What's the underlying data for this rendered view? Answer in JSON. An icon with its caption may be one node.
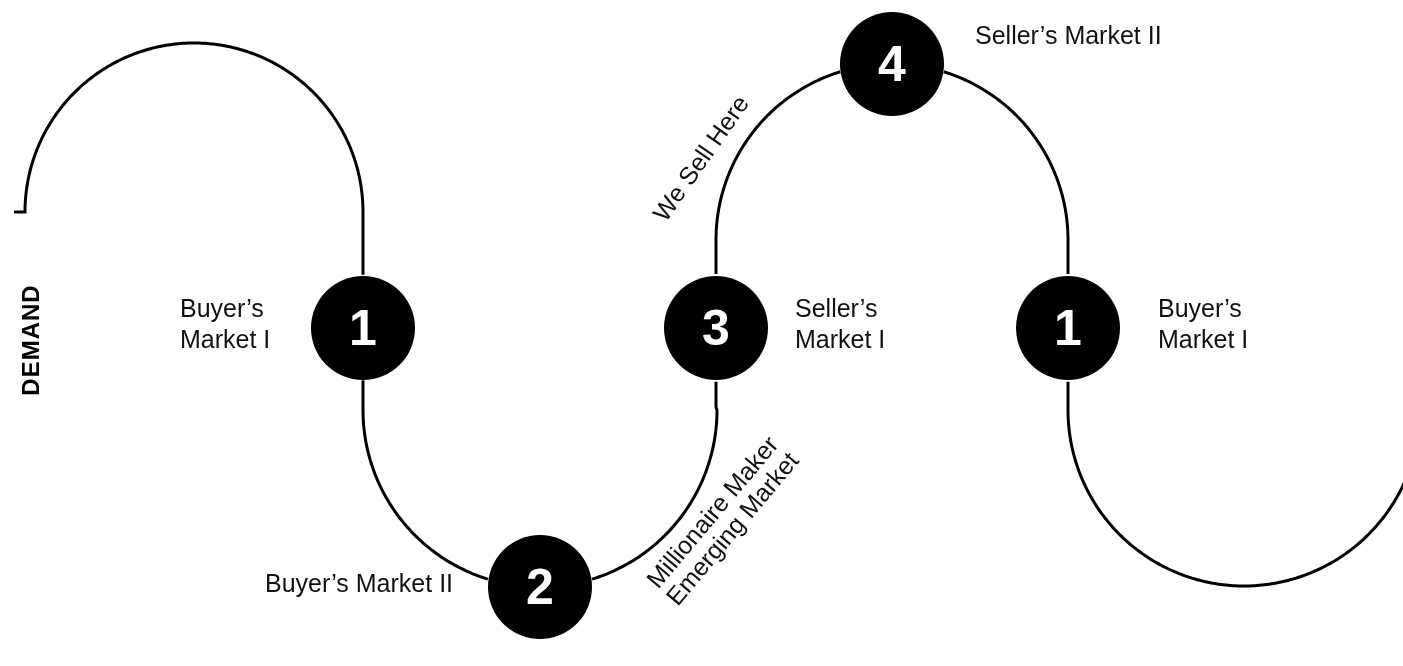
{
  "diagram": {
    "nodes": [
      {
        "text": [
          "1"
        ],
        "beside": [
          "Buyer’s Market I"
        ]
      },
      {
        "text": [
          "2"
        ],
        "beside": [
          "Buyer’s Market II"
        ]
      },
      {
        "text": [
          "3"
        ],
        "beside": [
          "Seller’s Market I"
        ]
      },
      {
        "text": [
          "4"
        ],
        "beside": [
          "Seller’s Market II"
        ]
      },
      {
        "text": [
          "1"
        ],
        "beside": [
          "Buyer’s Market I"
        ]
      }
    ],
    "edges": [
      {
        "from": null,
        "to": 0,
        "arrow": "none"
      },
      {
        "from": 0,
        "to": 1,
        "arrow": "none"
      },
      {
        "from": 1,
        "to": 2,
        "arrow": "none",
        "label": "Millionaire Maker Emerging Market"
      },
      {
        "from": 2,
        "to": 3,
        "arrow": "none",
        "label": "We Sell Here"
      },
      {
        "from": 3,
        "to": 4,
        "arrow": "none"
      },
      {
        "from": 4,
        "to": null,
        "arrow": "none"
      }
    ],
    "labels": [
      "DEMAND"
    ]
  }
}
